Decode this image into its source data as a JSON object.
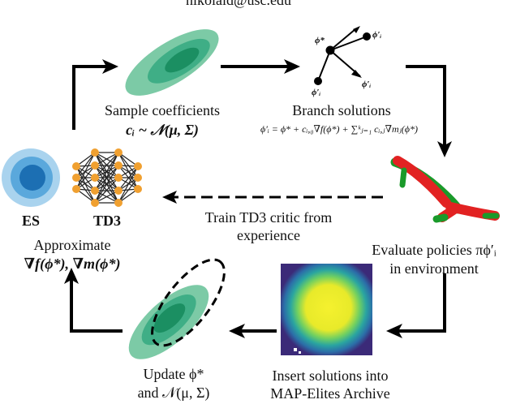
{
  "header": {
    "email_fragment": "nikolaid@usc.edu"
  },
  "steps": {
    "sample": {
      "title": "Sample coefficients",
      "formula": "cᵢ ~ 𝒩(μ, Σ)"
    },
    "branch": {
      "title": "Branch solutions",
      "formula": "ϕ′ᵢ = ϕ* + cᵢ,₀∇f(ϕ*) + ∑ᵏⱼ₌₁ cᵢ,ⱼ∇mⱼ(ϕ*)",
      "labels": {
        "center": "ϕ*",
        "top_right": "ϕ′ᵢ",
        "bottom_left": "ϕ′ᵢ",
        "bottom_right": "ϕ′ᵢ"
      }
    },
    "evaluate": {
      "line1": "Evaluate policies πϕ′ᵢ",
      "line2": "in environment"
    },
    "insert": {
      "line1": "Insert solutions into",
      "line2": "MAP-Elites Archive"
    },
    "update": {
      "line1": "Update ϕ*",
      "line2": "and 𝒩(μ, Σ)"
    },
    "approximate": {
      "line1": "Approximate",
      "line2": "∇f(ϕ*), ∇m(ϕ*)"
    },
    "train": {
      "line1": "Train TD3 critic from",
      "line2": "experience"
    }
  },
  "methods": {
    "es": "ES",
    "td3": "TD3"
  },
  "colors": {
    "ellipse_outer": "#7ccaa6",
    "ellipse_mid": "#3fae86",
    "ellipse_inner": "#1b8f62",
    "es_outer": "#a9d3ee",
    "es_mid": "#5aa8dc",
    "es_inner": "#1c6fb3",
    "neuron": "#f0a030",
    "robot_red": "#e22222",
    "robot_green": "#1a9a2a",
    "archive_bg": "#3f1f6e",
    "archive_yellow": "#f2ee2c"
  }
}
